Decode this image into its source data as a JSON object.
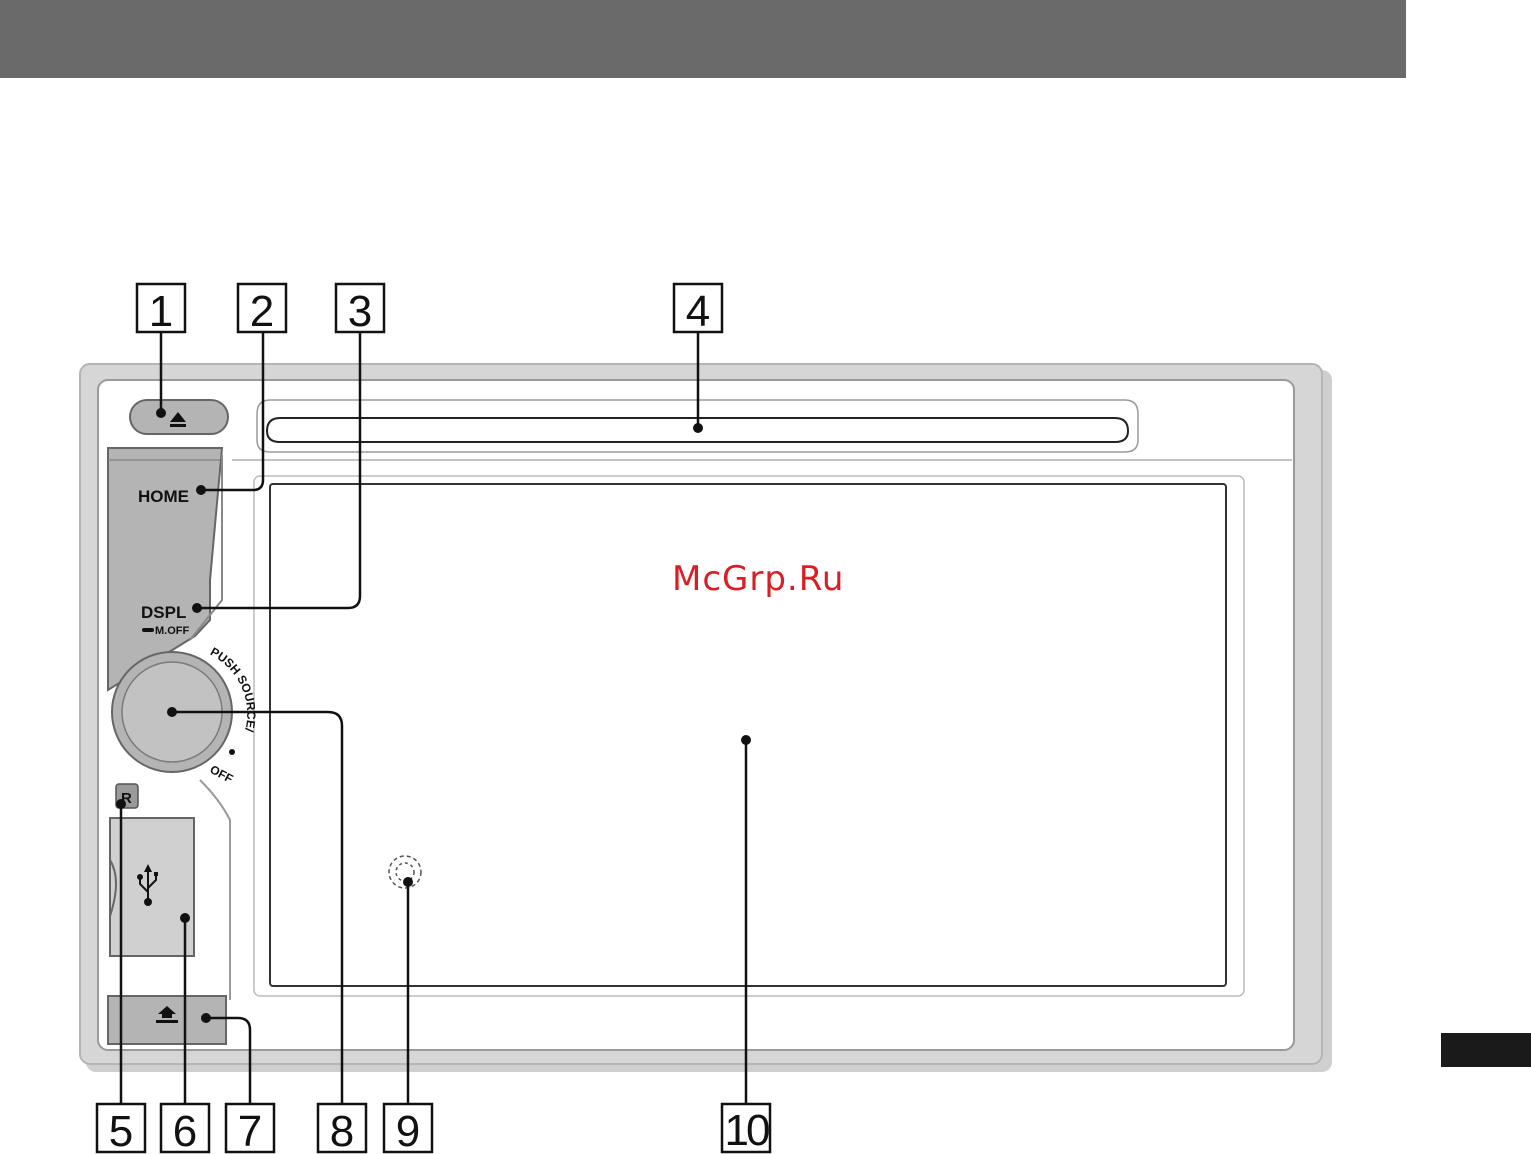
{
  "header": {
    "color": "#6a6a6a"
  },
  "device": {
    "home_label": "HOME",
    "dspl_label": "DSPL",
    "moff_label": "M.OFF",
    "knob_label": "PUSH SOURCE/",
    "knob_off_label": "OFF",
    "ir_label": "R",
    "watermark": "McGrp.Ru"
  },
  "callouts": [
    "1",
    "2",
    "3",
    "4",
    "5",
    "6",
    "7",
    "8",
    "9",
    "10"
  ],
  "colors": {
    "panel": "#d9d9d9",
    "button": "#b4b4b4",
    "watermark": "#d81f26"
  }
}
